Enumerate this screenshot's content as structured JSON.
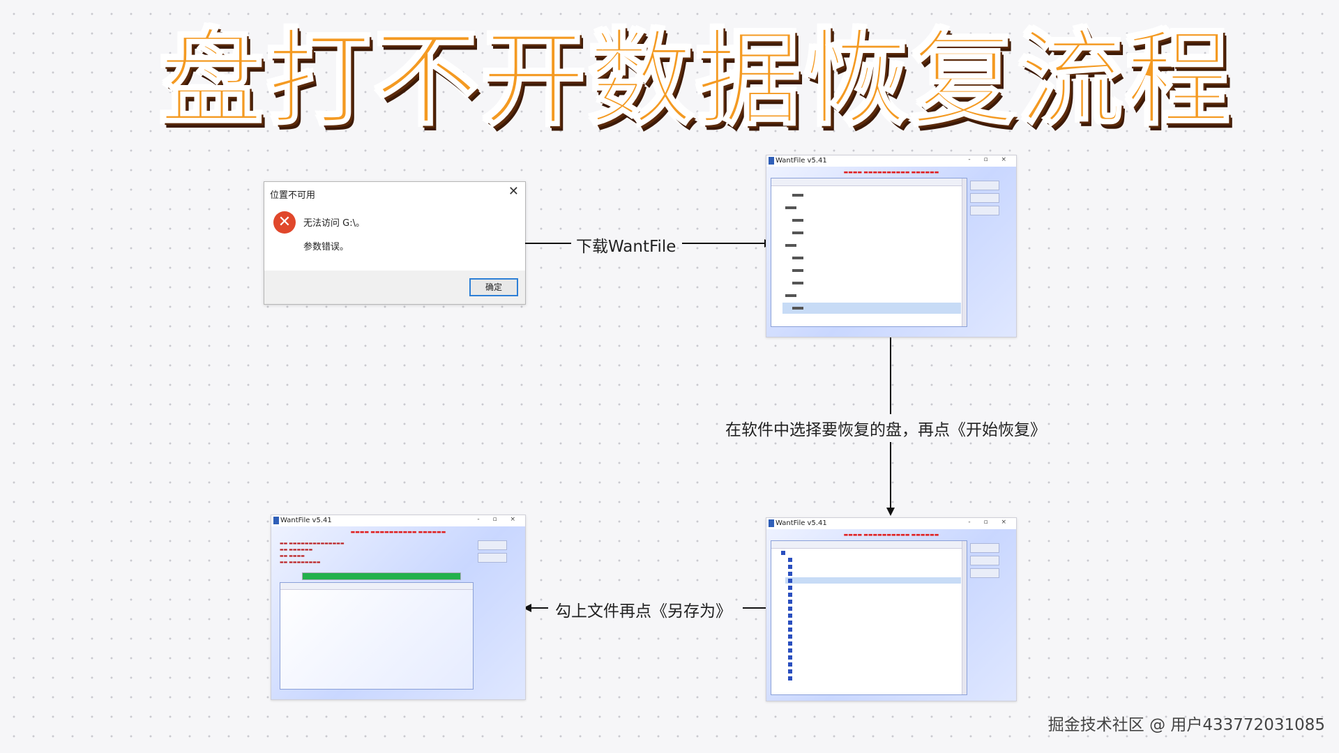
{
  "title": "盘打不开数据恢复流程",
  "dialog": {
    "title": "位置不可用",
    "message_line1": "无法访问 G:\\。",
    "message_line2": "参数错误。",
    "ok_button": "确定",
    "close_glyph": "✕",
    "error_glyph": "✕",
    "error_color": "#e0472b"
  },
  "steps": {
    "step1": "下载WantFile",
    "step2": "在软件中选择要恢复的盘，再点《开始恢复》",
    "step3": "勾上文件再点《另存为》"
  },
  "windows": {
    "select": {
      "title": "WantFile v5.41",
      "controls": "- ▫ ×"
    },
    "scan": {
      "title": "WantFile v5.41",
      "controls": "- ▫ ×"
    },
    "save": {
      "title": "WantFile v5.41",
      "controls": "- ▫ ×"
    }
  },
  "progress": {
    "level_percent": 100,
    "fill_color": "#22b14c"
  },
  "watermark": "掘金技术社区 @ 用户433772031085",
  "colors": {
    "title_orange": "#f49a22",
    "title_outline_dark": "#5c2a0a",
    "accent_blue": "#2d7fd6"
  }
}
